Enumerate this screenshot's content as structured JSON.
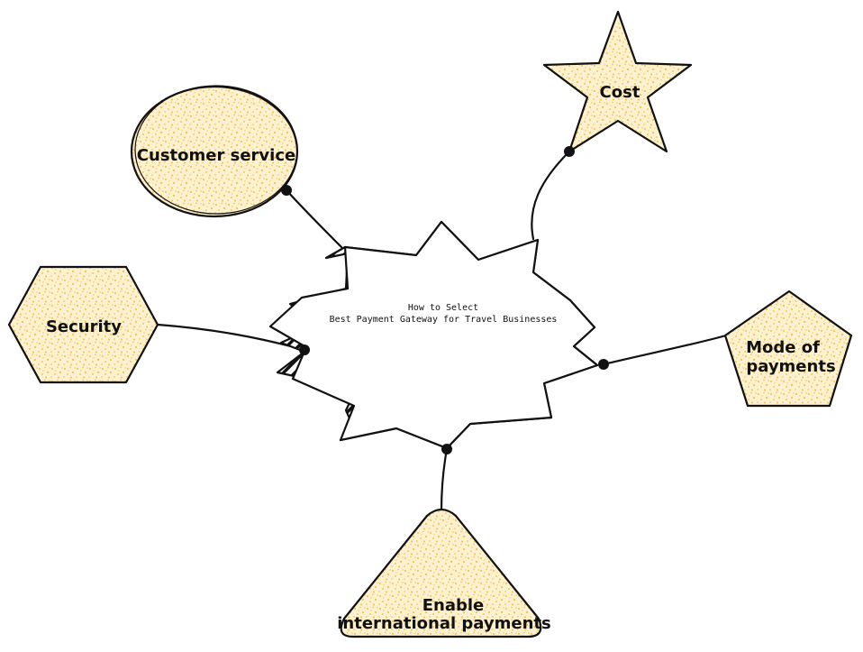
{
  "diagram": {
    "center": {
      "line1": "How to Select",
      "line2": "Best Payment Gateway for Travel Businesses"
    },
    "nodes": {
      "customer_service": "Customer service",
      "cost": "Cost",
      "security": "Security",
      "mode_line1": "Mode of",
      "mode_line2": "payments",
      "enable_line1": "Enable",
      "enable_line2": "international payments"
    }
  },
  "colors": {
    "fill": "#fdf1cf",
    "speckle": "#f0c860",
    "stroke": "#111111",
    "hatch": "#111111"
  }
}
